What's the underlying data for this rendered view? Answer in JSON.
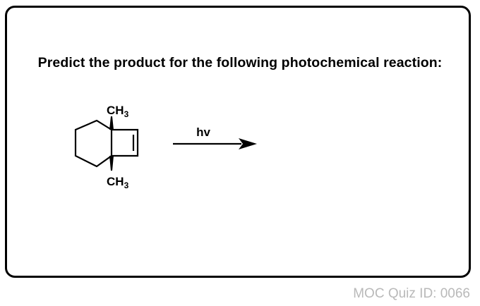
{
  "question": {
    "text": "Predict the product for the following photochemical reaction:"
  },
  "reactant": {
    "top_substituent": {
      "main": "CH",
      "sub": "3"
    },
    "bottom_substituent": {
      "main": "CH",
      "sub": "3"
    }
  },
  "arrow": {
    "label": "hv"
  },
  "footer": {
    "quiz_id": "MOC Quiz ID: 0066"
  },
  "colors": {
    "border": "#000000",
    "text": "#000000",
    "quiz_id": "#b9b9b9",
    "background": "#ffffff"
  }
}
